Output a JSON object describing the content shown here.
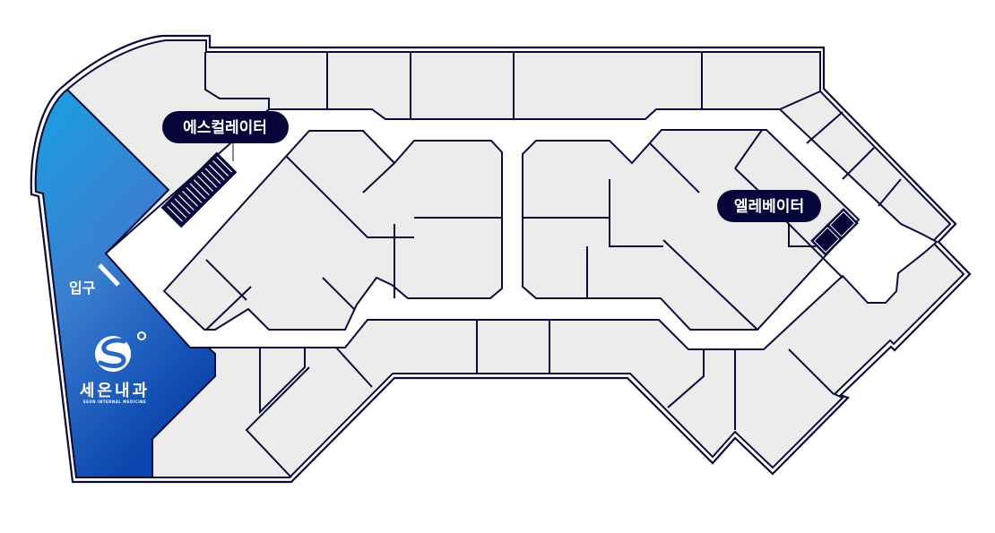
{
  "map": {
    "escalator_label": "에스컬레이터",
    "elevator_label": "엘레베이터",
    "entrance_label": "입구",
    "clinic": {
      "name_ko": "세온내과",
      "name_en": "SEON INTERNAL MEDICINE"
    }
  },
  "colors": {
    "wall": "#0b0b3b",
    "floor": "#ececec",
    "corridor": "#ffffff",
    "highlight_top": "#1aa0e2",
    "highlight_bottom": "#0a44ad",
    "label_bg": "#06063a"
  }
}
